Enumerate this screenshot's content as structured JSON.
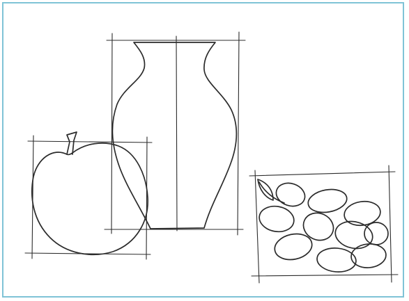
{
  "drawing": {
    "subjects": [
      "vase",
      "apple",
      "grapes"
    ],
    "frame_color": "#7fc3d6",
    "ink_color": "#2b2b2b"
  }
}
